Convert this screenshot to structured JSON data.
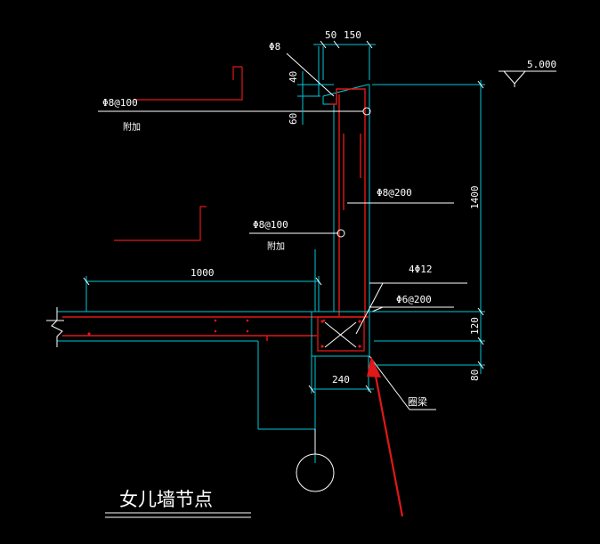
{
  "drawing": {
    "title": "女儿墙节点",
    "labels": {
      "dim_50": "50",
      "dim_150": "150",
      "dim_40": "40",
      "dim_60": "60",
      "dim_1000": "1000",
      "dim_1400": "1400",
      "dim_120": "120",
      "dim_80": "80",
      "dim_240": "240",
      "elevation": "5.000",
      "phi8": "Φ8",
      "phi8_100_top": "Φ8@100",
      "addition_top": "附加",
      "phi8_200": "Φ8@200",
      "phi8_100_mid": "Φ8@100",
      "addition_mid": "附加",
      "rebar_4phi12": "4Φ12",
      "stirrup_phi6_200": "Φ6@200",
      "ring_beam": "圈梁"
    }
  },
  "colors": {
    "background": "#000000",
    "concrete_outline": "#00c8d8",
    "rebar": "#e01818",
    "annotation": "#ffffff",
    "dimension": "#00c8d8",
    "pointer_arrow": "#e01818"
  }
}
